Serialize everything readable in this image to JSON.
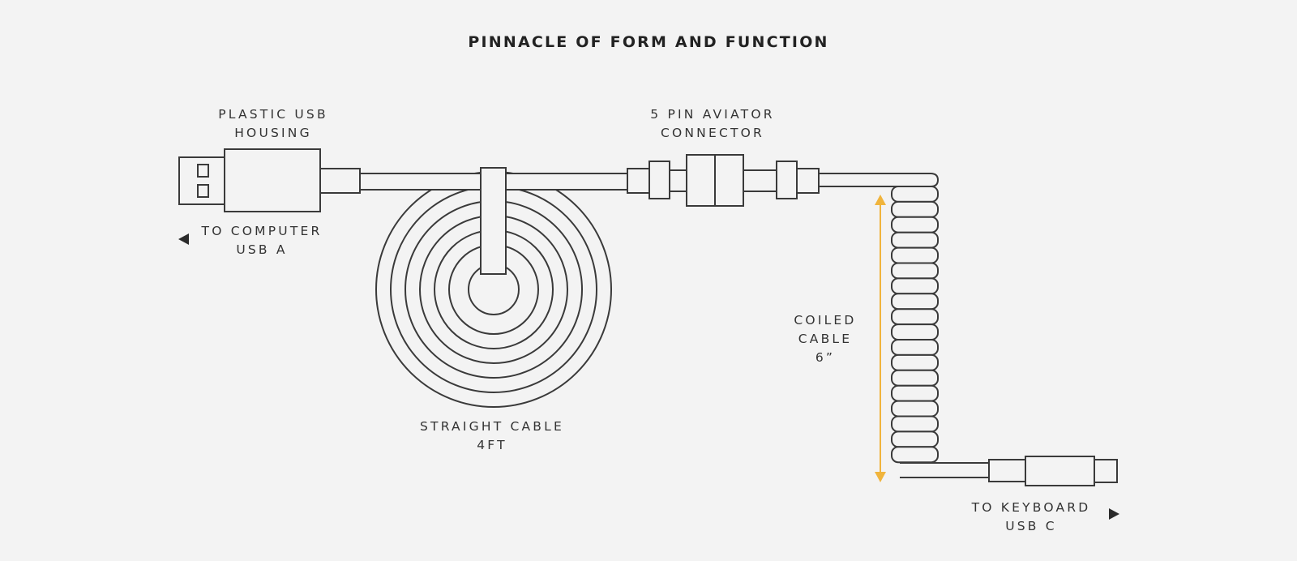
{
  "title": "PINNACLE OF FORM AND FUNCTION",
  "labels": {
    "usb_housing": [
      "PLASTIC USB",
      "HOUSING"
    ],
    "aviator": [
      "5 PIN AVIATOR",
      "CONNECTOR"
    ],
    "to_computer": [
      "TO COMPUTER",
      "USB A"
    ],
    "straight_cable": [
      "STRAIGHT CABLE",
      "4FT"
    ],
    "coiled_cable": [
      "COILED",
      "CABLE",
      "6”"
    ],
    "to_keyboard": [
      "TO KEYBOARD",
      "USB C"
    ]
  },
  "colors": {
    "background": "#f3f3f3",
    "line": "#3a3a3a",
    "accent": "#f0b43c"
  },
  "icons": [
    "arrow-left-icon",
    "arrow-right-icon",
    "double-arrow-icon"
  ]
}
